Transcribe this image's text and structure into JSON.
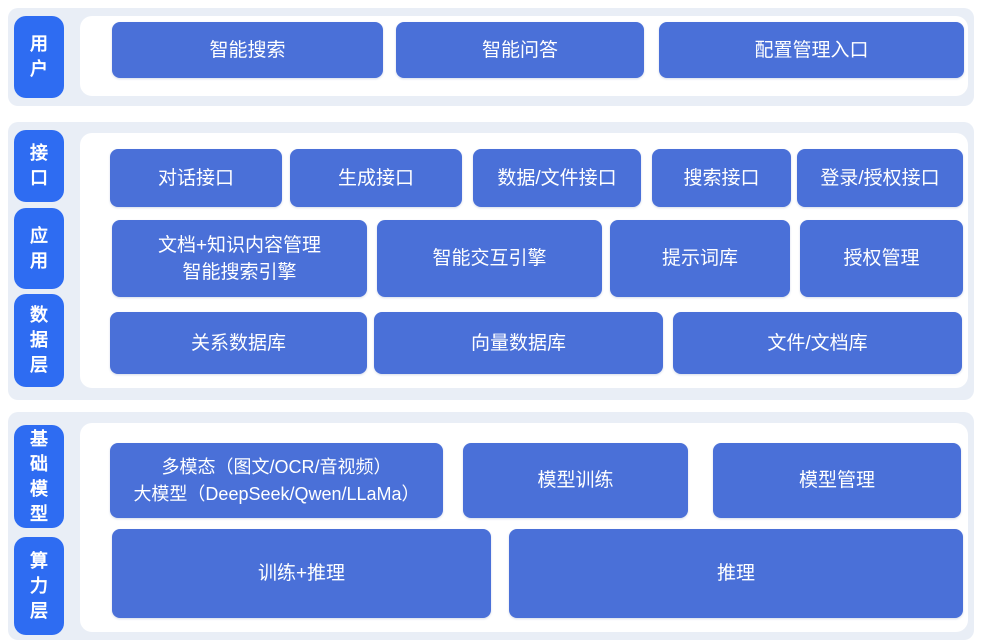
{
  "colors": {
    "layer_label_bg": "#2e6cf2",
    "block_bg": "#4a70d8",
    "band_bg": "#e9eef6",
    "panel_bg": "#ffffff",
    "text": "#ffffff"
  },
  "bands": [
    {
      "name": "user-layer",
      "labels": [
        {
          "text": "用户"
        }
      ],
      "rows": [
        {
          "blocks": [
            {
              "label": "智能搜索"
            },
            {
              "label": "智能问答"
            },
            {
              "label": "配置管理入口"
            }
          ]
        }
      ]
    },
    {
      "name": "interface-application-data-layers",
      "labels": [
        {
          "text": "接口"
        },
        {
          "text": "应用"
        },
        {
          "text": "数据层"
        }
      ],
      "rows": [
        {
          "blocks": [
            {
              "label": "对话接口"
            },
            {
              "label": "生成接口"
            },
            {
              "label": "数据/文件接口"
            },
            {
              "label": "搜索接口"
            },
            {
              "label": "登录/授权接口"
            }
          ]
        },
        {
          "blocks": [
            {
              "label": "文档+知识内容管理\n智能搜索引擎"
            },
            {
              "label": "智能交互引擎"
            },
            {
              "label": "提示词库"
            },
            {
              "label": "授权管理"
            }
          ]
        },
        {
          "blocks": [
            {
              "label": "关系数据库"
            },
            {
              "label": "向量数据库"
            },
            {
              "label": "文件/文档库"
            }
          ]
        }
      ]
    },
    {
      "name": "foundation-model-compute-layers",
      "labels": [
        {
          "text": "基础模型"
        },
        {
          "text": "算力层"
        }
      ],
      "rows": [
        {
          "blocks": [
            {
              "label": "多模态（图文/OCR/音视频）\n大模型（DeepSeek/Qwen/LLaMa）"
            },
            {
              "label": "模型训练"
            },
            {
              "label": "模型管理"
            }
          ]
        },
        {
          "blocks": [
            {
              "label": "训练+推理"
            },
            {
              "label": "推理"
            }
          ]
        }
      ]
    }
  ]
}
